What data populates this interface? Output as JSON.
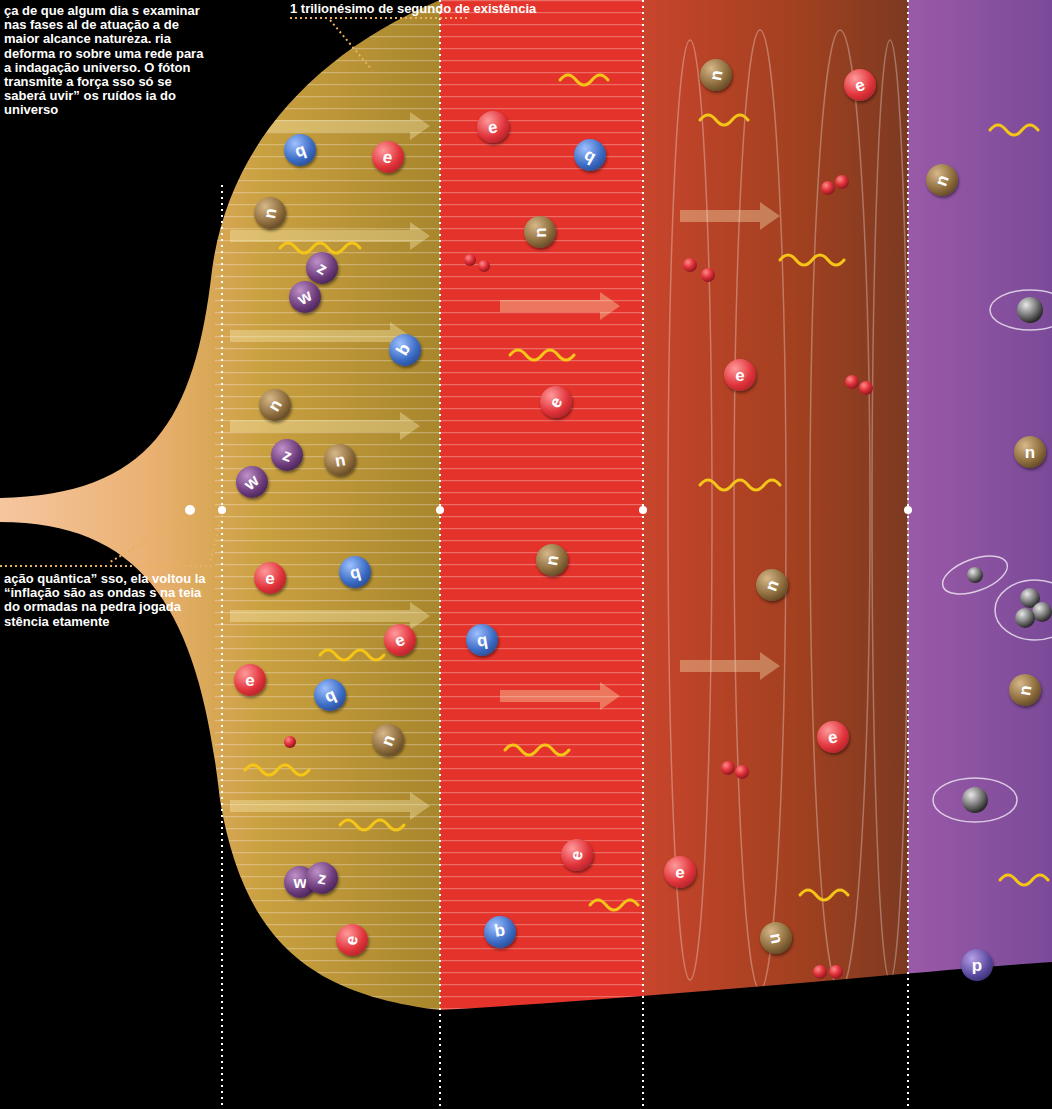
{
  "diagram": {
    "nodes": [
      {
        "text": [
          "q"
        ]
      },
      {
        "text": [
          "e"
        ]
      },
      {
        "text": [
          "n"
        ]
      },
      {
        "text": [
          "z"
        ]
      },
      {
        "text": [
          "w"
        ]
      },
      {
        "text": [
          "q"
        ]
      },
      {
        "text": [
          "n"
        ]
      },
      {
        "text": [
          "z"
        ]
      },
      {
        "text": [
          "w"
        ]
      },
      {
        "text": [
          "n"
        ]
      },
      {
        "text": [
          "e"
        ]
      },
      {
        "text": [
          "q"
        ]
      },
      {
        "text": [
          "e"
        ]
      },
      {
        "text": [
          "e"
        ]
      },
      {
        "text": [
          "q"
        ]
      },
      {
        "text": [
          "n"
        ]
      },
      {
        "text": [
          "w"
        ]
      },
      {
        "text": [
          "z"
        ]
      },
      {
        "text": [
          "e"
        ]
      },
      {
        "text": [
          "e"
        ]
      },
      {
        "text": [
          "q"
        ]
      },
      {
        "text": [
          "n"
        ]
      },
      {
        "text": [
          "e"
        ]
      },
      {
        "text": [
          "n"
        ]
      },
      {
        "text": [
          "q"
        ]
      },
      {
        "text": [
          "e"
        ]
      },
      {
        "text": [
          "q"
        ]
      },
      {
        "text": [
          "n"
        ]
      },
      {
        "text": [
          "e"
        ]
      },
      {
        "text": [
          "e"
        ]
      },
      {
        "text": [
          "n"
        ]
      },
      {
        "text": [
          "e"
        ]
      },
      {
        "text": [
          "e"
        ]
      },
      {
        "text": [
          "n"
        ]
      },
      {
        "text": [
          "n"
        ]
      },
      {
        "text": [
          "n"
        ]
      },
      {
        "text": [
          "n"
        ]
      },
      {
        "text": [
          "p"
        ]
      }
    ],
    "labels": [
      "ça de que algum dia s examinar nas fases al de atuação a de maior alcance natureza. ria deforma ro sobre uma rede para a indagação universo. O fóton transmite a força sso só se saberá uvir” os ruídos ia do universo",
      "1 trilionésimo de segundo de existência",
      "ação quântica” sso, ela voltou la “inflação são as ondas s na teia do ormadas na pedra jogada stência etamente"
    ]
  }
}
